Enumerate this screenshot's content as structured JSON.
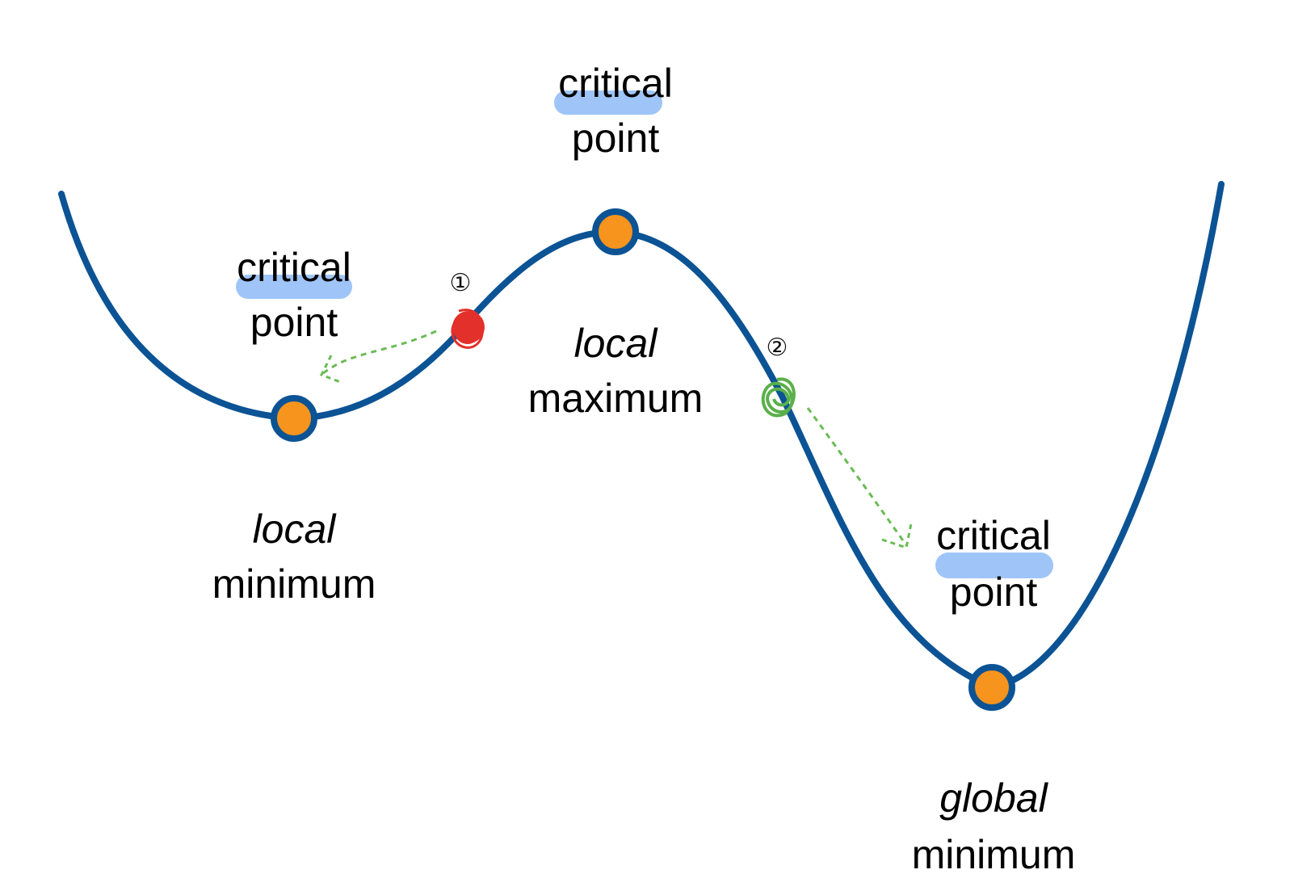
{
  "colors": {
    "curve": "#0b5394",
    "point_fill": "#f7941d",
    "point_stroke": "#0b5394",
    "highlight": "#9fc5f8",
    "start_point_1": "#e3302a",
    "start_point_2": "#5ab04a",
    "arrow": "#6abb55"
  },
  "labels": {
    "local_min": {
      "critical": "critical",
      "point": "point",
      "kind": "local",
      "name": "minimum"
    },
    "local_max": {
      "critical": "critical",
      "point": "point",
      "kind": "local",
      "name": "maximum"
    },
    "global_min": {
      "critical": "critical",
      "point": "point",
      "kind": "global",
      "name": "minimum"
    }
  },
  "steps": {
    "first": "①",
    "second": "②"
  },
  "icons": {
    "arrow_1": "dashed-arrow-left-icon",
    "arrow_2": "dashed-arrow-down-icon"
  }
}
